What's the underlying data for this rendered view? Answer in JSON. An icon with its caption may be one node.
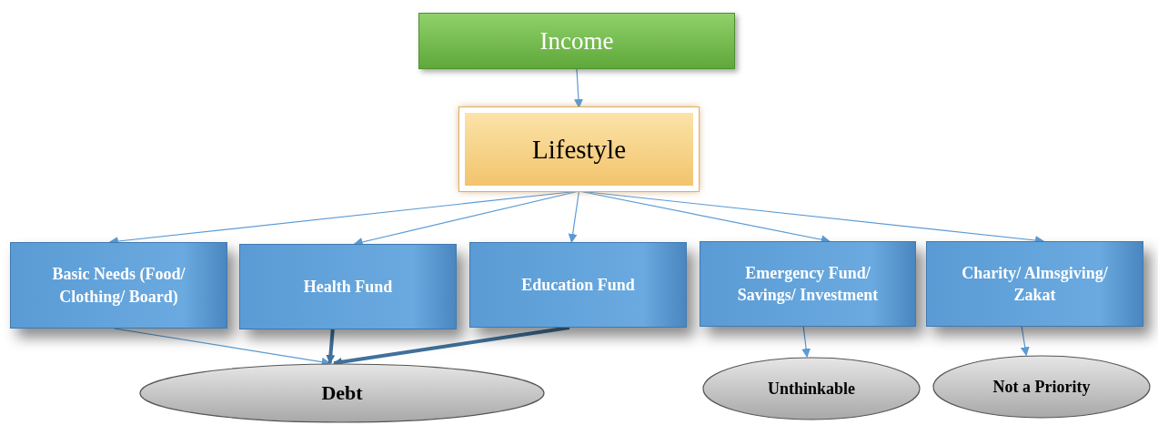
{
  "diagram": {
    "nodes": [
      {
        "text": [
          "Income"
        ]
      },
      {
        "text": [
          "Lifestyle"
        ]
      },
      {
        "text": [
          "Basic Needs (Food/ Clothing/ Board)"
        ]
      },
      {
        "text": [
          "Health Fund"
        ]
      },
      {
        "text": [
          "Education Fund"
        ]
      },
      {
        "text": [
          "Emergency Fund/ Savings/ Investment"
        ]
      },
      {
        "text": [
          "Charity/ Almsgiving/ Zakat"
        ]
      },
      {
        "text": [
          "Debt"
        ]
      },
      {
        "text": [
          "Unthinkable"
        ]
      },
      {
        "text": [
          "Not a Priority"
        ]
      }
    ],
    "edges": [
      {
        "from": 0,
        "to": 1,
        "arrow": "to"
      },
      {
        "from": 1,
        "to": 2,
        "arrow": "to"
      },
      {
        "from": 1,
        "to": 3,
        "arrow": "to"
      },
      {
        "from": 1,
        "to": 4,
        "arrow": "to"
      },
      {
        "from": 1,
        "to": 5,
        "arrow": "to"
      },
      {
        "from": 1,
        "to": 6,
        "arrow": "to"
      },
      {
        "from": 2,
        "to": 7,
        "arrow": "to"
      },
      {
        "from": 3,
        "to": 7,
        "arrow": "to",
        "style": "thick",
        "color": "#41719c"
      },
      {
        "from": 4,
        "to": 7,
        "arrow": "to",
        "style": "thick",
        "color": "#41719c"
      },
      {
        "from": 5,
        "to": 8,
        "arrow": "to"
      },
      {
        "from": 6,
        "to": 9,
        "arrow": "to"
      }
    ]
  }
}
